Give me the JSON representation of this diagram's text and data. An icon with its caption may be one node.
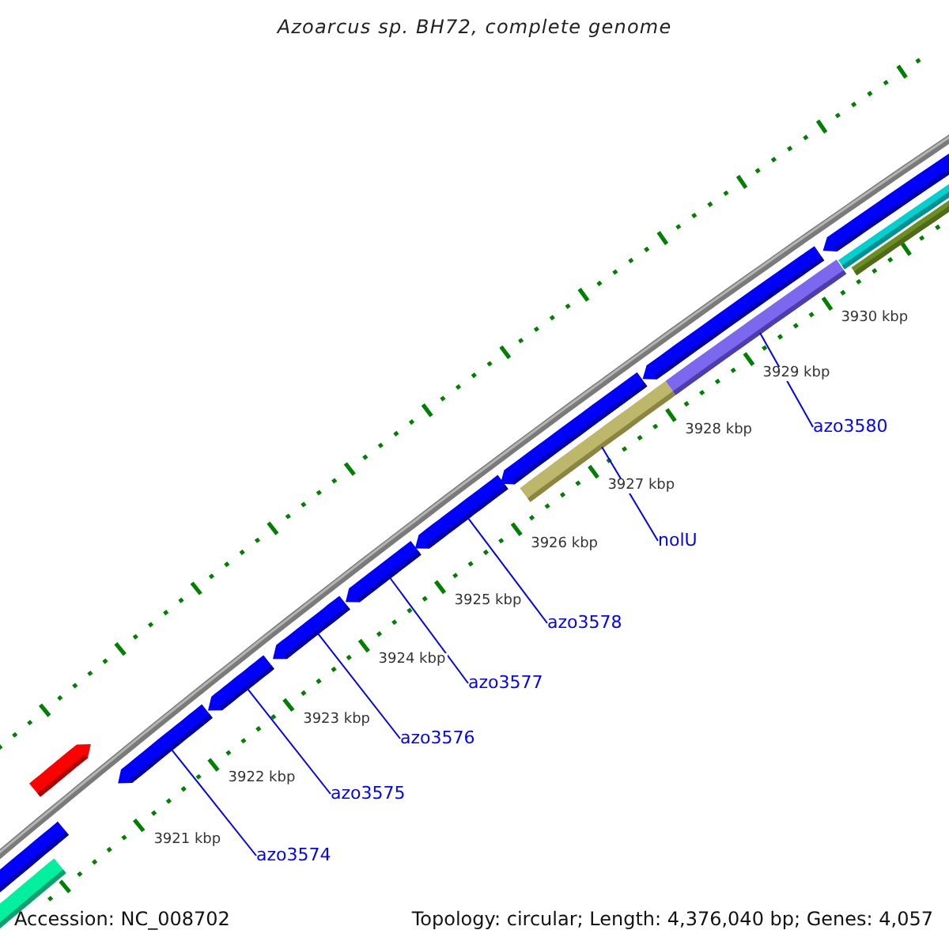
{
  "diagram": {
    "title": "Azoarcus sp. BH72, complete genome",
    "nodes": [
      {
        "text": [
          "azo3580"
        ]
      },
      {
        "text": [
          "nolU"
        ]
      },
      {
        "text": [
          "azo3578"
        ]
      },
      {
        "text": [
          "azo3577"
        ]
      },
      {
        "text": [
          "azo3576"
        ]
      },
      {
        "text": [
          "azo3575"
        ]
      },
      {
        "text": [
          "azo3574"
        ]
      },
      {
        "text": [],
        "shape": "bar"
      },
      {
        "text": [],
        "shape": "bar"
      },
      {
        "text": [],
        "shape": "bar"
      },
      {
        "text": [],
        "shape": "bar"
      },
      {
        "text": [],
        "shape": "bar"
      },
      {
        "text": [],
        "shape": "bar"
      },
      {
        "text": [],
        "shape": "bar"
      }
    ],
    "edges": [
      {
        "from": 0,
        "to": 13,
        "arrow": "none"
      },
      {
        "from": 1,
        "to": 12,
        "arrow": "none"
      },
      {
        "from": 2,
        "to": 11,
        "arrow": "none"
      },
      {
        "from": 3,
        "to": 10,
        "arrow": "none"
      },
      {
        "from": 4,
        "to": 9,
        "arrow": "none"
      },
      {
        "from": 5,
        "to": 8,
        "arrow": "none"
      },
      {
        "from": 6,
        "to": 7,
        "arrow": "none"
      }
    ],
    "labels": [
      "3930 kbp",
      "3929 kbp",
      "3928 kbp",
      "3927 kbp",
      "3926 kbp",
      "3925 kbp",
      "3924 kbp",
      "3923 kbp",
      "3922 kbp",
      "3921 kbp",
      "Accession: NC_008702",
      "Topology: circular; Length: 4,376,040 bp; Genes: 4,057"
    ]
  }
}
